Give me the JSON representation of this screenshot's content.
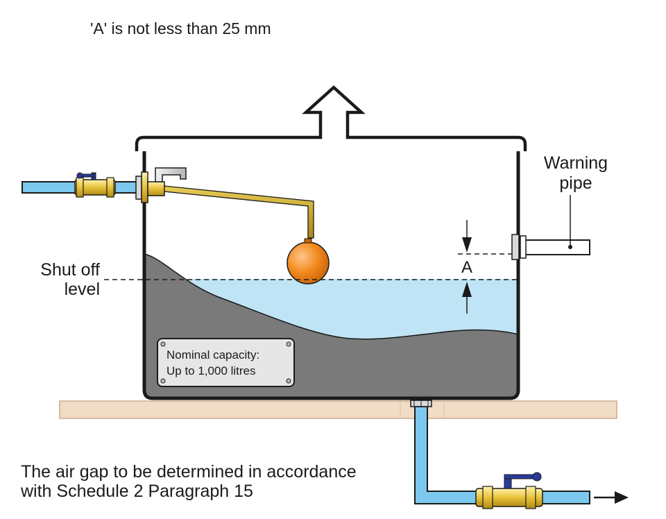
{
  "header": {
    "note": "'A' is not less than 25 mm"
  },
  "labels": {
    "warning_pipe_line1": "Warning",
    "warning_pipe_line2": "pipe",
    "shut_off_line1": "Shut off",
    "shut_off_line2": "level",
    "air_gap_marker": "A"
  },
  "plate": {
    "line1": "Nominal capacity:",
    "line2": "Up to 1,000 litres"
  },
  "footer": {
    "line1": "The air gap to be determined in accordance",
    "line2": "with Schedule 2 Paragraph 15"
  },
  "colors": {
    "water": "#bfe4f5",
    "pipe_fill": "#7cc8ee",
    "pipe_outline": "#1a1a1a",
    "sludge": "#7a7a7a",
    "float_ball": "#f28a1e",
    "float_arm": "#c9a227",
    "brass_valve": "#e8c23a",
    "valve_handle": "#2b3a9a",
    "stand": "#f1dcc6"
  }
}
